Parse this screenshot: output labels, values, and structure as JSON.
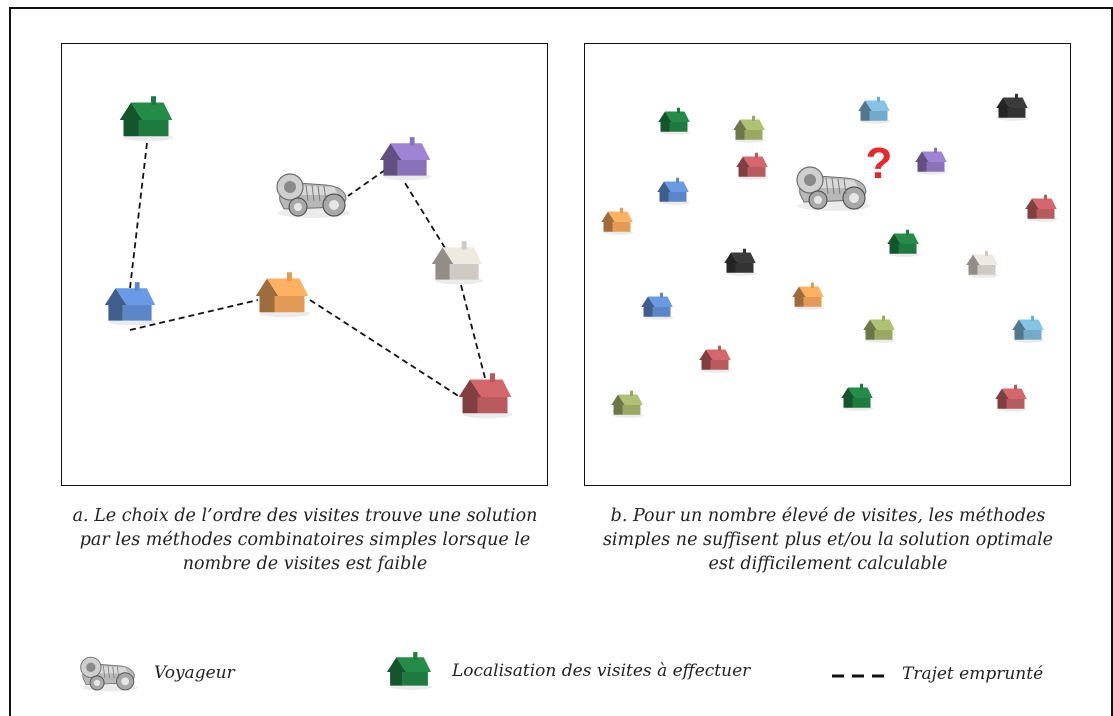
{
  "captions": {
    "a": "a. Le choix de l’ordre des visites trouve une solution\npar les méthodes combinatoires simples lorsque le\nnombre de visites est faible",
    "b": "b. Pour un nombre élevé de visites, les méthodes\nsimples ne suffisent plus et/ou la solution optimale\nest difficilement calculable"
  },
  "panel_b": {
    "question_mark": "?"
  },
  "legend": {
    "traveler": "Voyageur",
    "visits": "Localisation des visites à effectuer",
    "route": "Trajet emprunté"
  },
  "colors": {
    "green": "#1e7a3e",
    "purple": "#8a72b8",
    "blue": "#5b86c8",
    "orange": "#e39a55",
    "gray": "#cfcbc4",
    "red": "#b85a5e",
    "light_blue": "#74aac9",
    "olive": "#9aa864",
    "black": "#333333",
    "question": "#e8262c"
  },
  "icons": {
    "traveler": "race-car-token-icon",
    "visit": "house-token-icon"
  },
  "houses_a": [
    "green",
    "purple",
    "gray",
    "blue",
    "orange",
    "red"
  ],
  "houses_b": [
    "green",
    "olive",
    "light_blue",
    "black",
    "red",
    "purple",
    "blue",
    "orange",
    "red",
    "green",
    "black",
    "gray",
    "orange",
    "blue",
    "olive",
    "light_blue",
    "red",
    "olive",
    "green",
    "red"
  ]
}
